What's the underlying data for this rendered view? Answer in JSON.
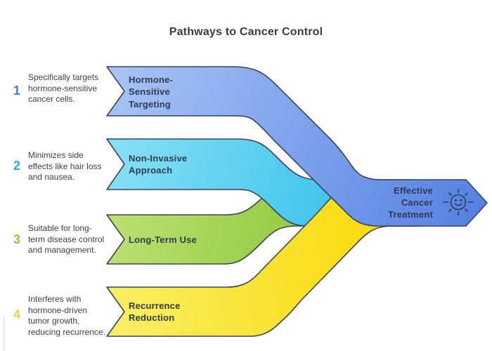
{
  "title": "Pathways to Cancer Control",
  "steps": [
    {
      "number": "1",
      "number_color": "#3f7ed0",
      "description": "Specifically targets hormone-sensitive cancer cells.",
      "label": "Hormone-Sensitive Targeting",
      "color_light": "#a9c5f6",
      "color_dark": "#537fe2"
    },
    {
      "number": "2",
      "number_color": "#2ca9db",
      "description": "Minimizes side effects like hair loss and nausea.",
      "label": "Non-Invasive Approach",
      "color_light": "#8ae1f6",
      "color_dark": "#2ebde9"
    },
    {
      "number": "3",
      "number_color": "#93c73e",
      "description": "Suitable for long-term disease control and management.",
      "label": "Long-Term Use",
      "color_light": "#bee175",
      "color_dark": "#8bc635"
    },
    {
      "number": "4",
      "number_color": "#edd044",
      "description": "Interferes with hormone-driven tumor growth, reducing recurrence.",
      "label": "Recurrence Reduction",
      "color_light": "#fbee65",
      "color_dark": "#f9da07"
    }
  ],
  "result": {
    "label": "Effective Cancer Treatment",
    "icon": "sun-smiley"
  },
  "style": {
    "outline": "#3a4458",
    "label_text": "#2e3b4e",
    "body_text": "#3f3f3f",
    "title_color": "#3c3c3c"
  }
}
